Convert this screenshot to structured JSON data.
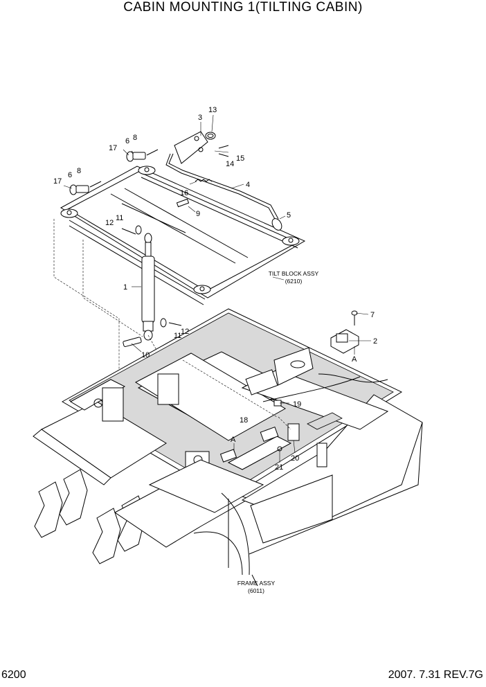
{
  "title": "CABIN MOUNTING 1(TILTING CABIN)",
  "footer": {
    "page_number": "6200",
    "revision": "2007. 7.31  REV.7G"
  },
  "assembly_notes": {
    "tilt_block": {
      "name": "TILT BLOCK ASSY",
      "code": "(6210)"
    },
    "frame": {
      "name": "FRAME ASSY",
      "code": "(6011)"
    }
  },
  "view_reference": "A",
  "callouts": [
    "1",
    "2",
    "3",
    "4",
    "5",
    "6",
    "6",
    "7",
    "8",
    "8",
    "9",
    "10",
    "11",
    "11",
    "12",
    "12",
    "13",
    "14",
    "15",
    "16",
    "17",
    "17",
    "18",
    "19",
    "20",
    "21",
    "A",
    "A"
  ]
}
